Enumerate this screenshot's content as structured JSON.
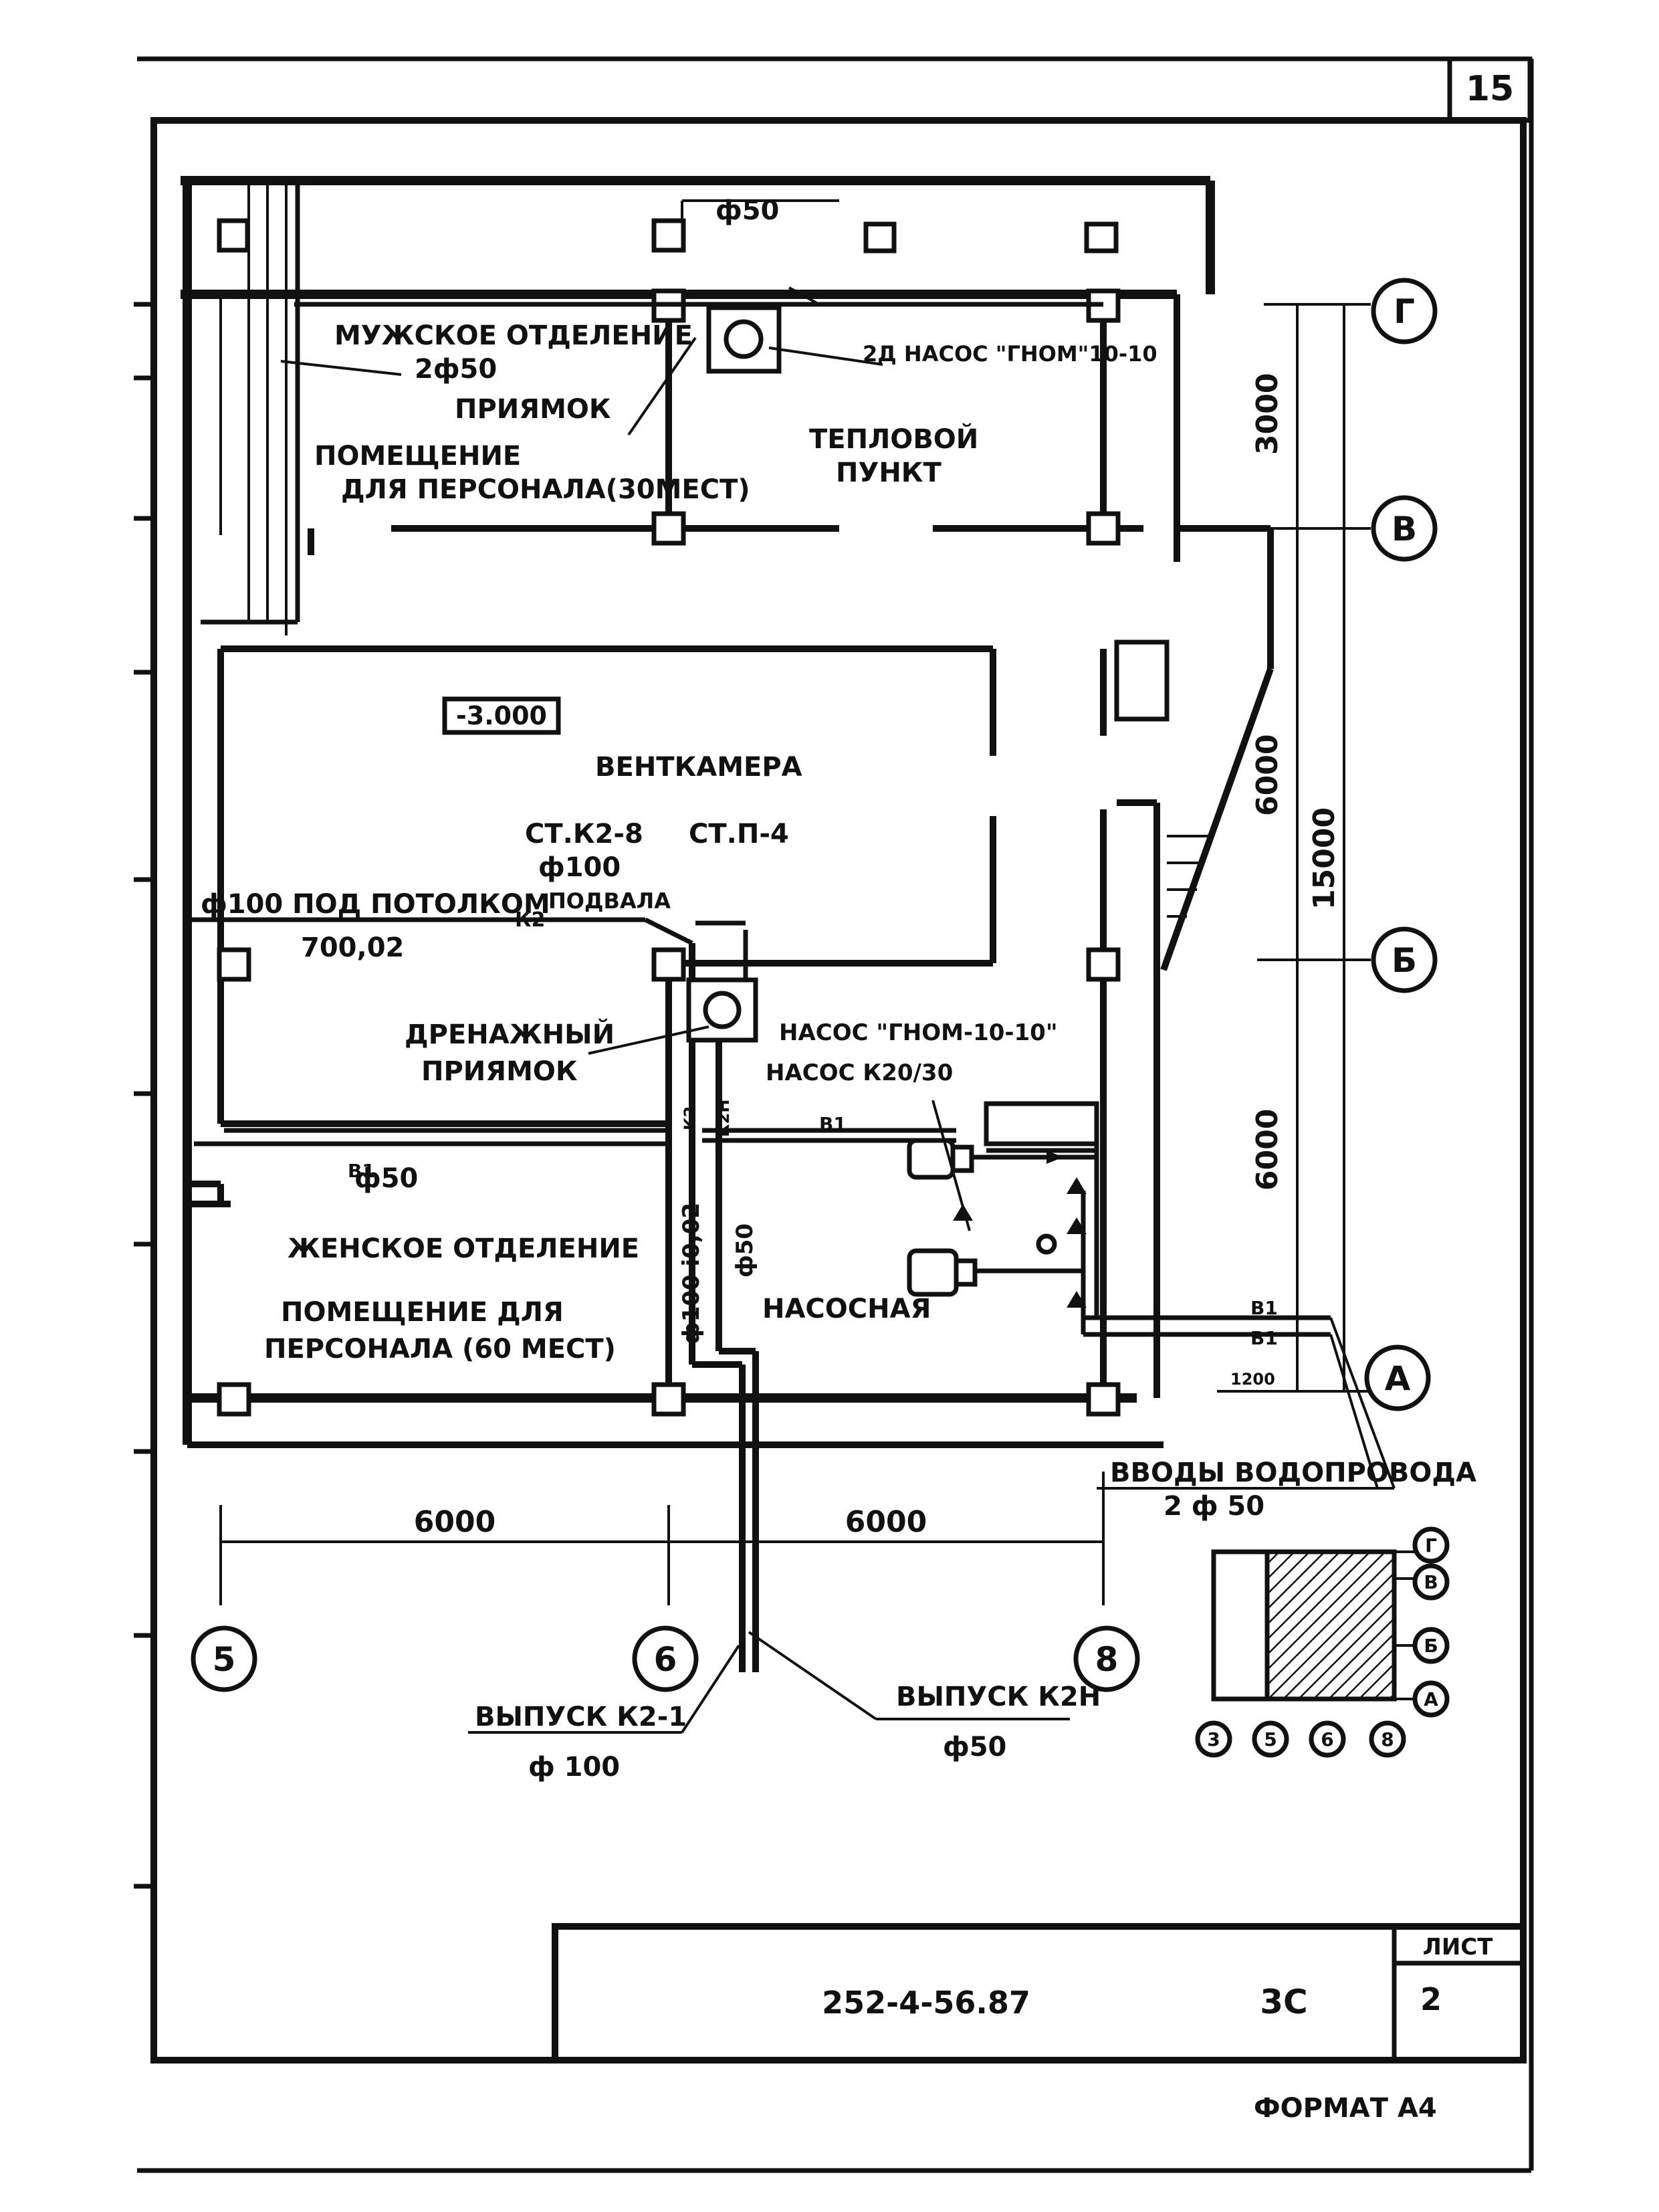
{
  "sheet": {
    "page_number": "15",
    "format_label": "ФОРМАТ А4",
    "stamp": {
      "doc_code": "252-4-56.87",
      "section": "3С",
      "sheet_header": "ЛИСТ",
      "sheet_no": "2"
    }
  },
  "rooms": {
    "male": "МУЖСКОЕ ОТДЕЛЕНИЕ",
    "staff_top_1": "ПОМЕЩЕНИЕ",
    "staff_top_2": "ДЛЯ ПЕРСОНАЛА(30МЕСТ)",
    "heat_1": "ТЕПЛОВОЙ",
    "heat_2": "ПУНКТ",
    "vent": "ВЕНТКАМЕРА",
    "female": "ЖЕНСКОЕ ОТДЕЛЕНИЕ",
    "staff_bottom_1": "ПОМЕЩЕНИЕ ДЛЯ",
    "staff_bottom_2": "ПЕРСОНАЛА (60 МЕСТ)",
    "pump_room": "НАСОСНАЯ"
  },
  "labels": {
    "level": "-3.000",
    "pipe_top": "ф50",
    "pipe_2d50": "2ф50",
    "pit_top": "ПРИЯМОК",
    "pump_top": "2Д НАСОС \"ГНОМ\"10-10",
    "k2_8_a": "СТ.К2-8",
    "k2_8_b": "ф100",
    "st_p4": "СТ.П-4",
    "under_ceiling": "ф100 ПОД ПОТОЛКОМ",
    "basement": "ПОДВАЛА",
    "k2_mark": "К2",
    "slope": "700,02",
    "drain_pit_1": "ДРЕНАЖНЫЙ",
    "drain_pit_2": "ПРИЯМОК",
    "pump_gnom": "НАСОС \"ГНОМ-10-10\"",
    "pump_k": "НАСОС К20/30",
    "b1_pipe": "ф50",
    "vert_100": "ф100 i0,02",
    "vert_50": "ф50",
    "inputs_1": "ВВОДЫ ВОДОПРОВОДА",
    "inputs_2": "2 ф 50",
    "outlet_left_1": "ВЫПУСК К2-1",
    "outlet_left_2": "ф 100",
    "outlet_right_1": "ВЫПУСК К2Н",
    "outlet_right_2": "ф50",
    "b1": "В1",
    "k2": "К2",
    "k2n": "К2Н",
    "elev": "1200"
  },
  "dimensions": {
    "bottom_left": "6000",
    "bottom_right": "6000",
    "right_top": "3000",
    "right_mid": "6000",
    "right_bottom": "6000",
    "right_total": "15000"
  },
  "axes": {
    "g": "Г",
    "v": "В",
    "b": "Б",
    "a": "А",
    "c5": "5",
    "c6": "6",
    "c8": "8"
  },
  "key_plan": {
    "rows": [
      "Г",
      "В",
      "Б",
      "А"
    ],
    "cols": [
      "3",
      "5",
      "6",
      "8"
    ]
  }
}
